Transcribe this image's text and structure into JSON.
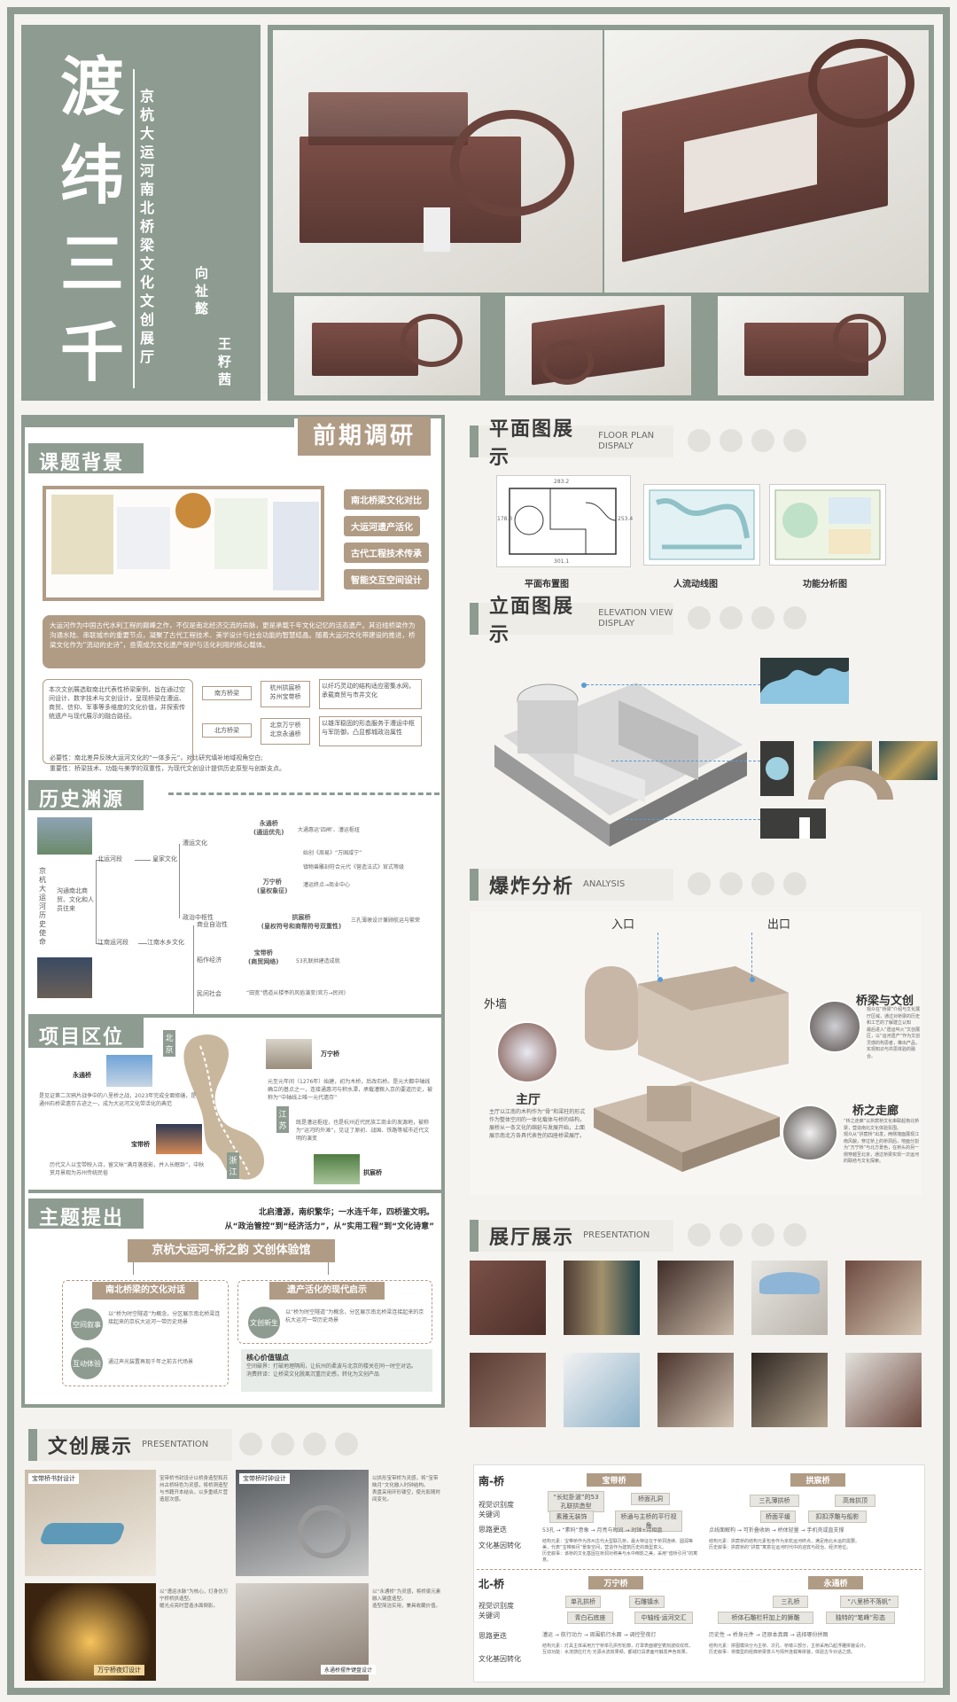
{
  "header": {
    "title_chars": [
      "渡",
      "纬",
      "三",
      "千"
    ],
    "subtitle": "京杭大运河南北桥梁文化文创展厅",
    "author1": "向祉懿",
    "author2": "王籽茜"
  },
  "research": {
    "banner": "前期调研",
    "topic_bg": {
      "title": "课题背景",
      "tags": [
        "南北桥梁文化对比",
        "大运河遗产活化",
        "古代工程技术传承",
        "智能交互空间设计"
      ],
      "summary": "大运河作为中国古代水利工程的巅峰之作，不仅是南北经济交流的命脉，更是承载千年文化记忆的活态遗产。其沿线桥梁作为沟通水陆、串联城市的重要节点，凝聚了古代工程技术、美学设计与社会功能的智慧结晶。随着大运河文化带建设的推进，桥梁文化作为“流动的史诗”，亟需成为文化遗产保护与活化利用的核心载体。",
      "intro": "本次文创展选取南北代表性桥梁案例，旨在通过空间设计、数字技术与文创设计，呈现桥梁在漕运、商贸、信仰、军事等多维度的文化价值，并探索传统遗产与现代展示的融合路径。",
      "south_label": "南方桥梁",
      "south_bridges": "杭州拱宸桥\n苏州宝带桥",
      "south_desc": "以纤巧灵动的结构适应密集水网，承载商贸与市井文化",
      "north_label": "北方桥梁",
      "north_bridges": "北京万宁桥\n北京永通桥",
      "north_desc": "以雄浑稳固的形态服务于漕运中枢与军防御，凸显都城政治属性",
      "need1": "必要性：南北差异反映大运河文化的“一体多元”，对比研究填补地域视角空白;",
      "need2": "重要性：桥梁技术、功能与美学的双重性，为现代文创设计提供历史原型与创新支点。"
    },
    "history": {
      "title": "历史渊源",
      "root": "京杭大运河历史使命",
      "mid": "沟通南北商贸、文化和人员往来",
      "north": "北运河段",
      "south": "江南运河段",
      "n1": "皇家文化",
      "n2": "漕运文化",
      "n3": "政治中枢性",
      "s1": "江南水乡文化",
      "s2": "商业自治性",
      "s3": "稻作经济",
      "s4": "民间社会",
      "yongtong": "永通桥\n(通运优先)",
      "yongtong_d": "大通惠运‘四闸’、漕运枢纽",
      "wanning": "万宁桥\n(皇权象征)",
      "wanning_d1": "始创《周易》“万国咸宁”",
      "wanning_d2": "镇物兽雕刻符合元代《营造法式》官式等级",
      "wanning_d3": "漕运终点→商业中心",
      "gongchen": "拱宸桥\n(皇权符号和商帮符号双重性)",
      "gongchen_d": "三孔薄墩设计兼顾航运与繁荣",
      "baodai": "宝带桥\n(商贸网络)",
      "baodai_d": "53孔联拱建造成就",
      "people_d": "“田宽”借道从楼亭的风俗演变(官方→民间)"
    },
    "location": {
      "title": "项目区位",
      "bj_label": "北京",
      "js_label": "江苏",
      "zj_label": "浙江",
      "yongtong": "永通桥",
      "yongtong_d": "是见证第二次鸦片战争中的八里桥之战，2023年完成全面修缮，是通州石桥梁遗存古迹之一，成为大运河文化带活化的典范",
      "wanning": "万宁桥",
      "wanning_d": "元至元年间（1276年）始建，初为木桥，后改石桥。是元大都中轴线确立的基点之一，连接通惠河与积水潭，承载漕粮入京的要道历史，被称为“中轴线上唯一元代遗存”",
      "baodai": "宝带桥",
      "baodai_d": "历代文人以宝带映入诗，留文咏“满月落夜影，并入长眠卧”，中秋赏月景观为苏州传统民俗",
      "gongchen": "拱宸桥",
      "gongchen_d": "既是漕运枢纽，也是杭州近代民族工商业的发源地，被称为“运河的外滩”，见证了原初、战国、铁路等城市近代文明的演变"
    },
    "theme": {
      "title": "主题提出",
      "slogan1": "北启漕源，南织繁华；一水连千年，四桥鉴文明。",
      "slogan2": "从“政治管控”到“经济活力”，从“实用工程”到“文化诗意”",
      "main": "京杭大运河-桥之韵 文创体验馆",
      "left_title": "南北桥梁的文化对话",
      "left_c1": "空间叙事",
      "left_d1": "以“桥为时空隧道”为概念，分区展示南北桥梁连接起来的京杭大运河一带历史场景",
      "left_c2": "互动体验",
      "left_d2": "通过声光装置再现千年之前古代场景",
      "right_title": "遗产活化的现代启示",
      "right_c1": "文创新生",
      "right_d1": "以“桥为时空隧道”为概念，分区展示南北桥梁连接起来的京杭大运河一带历史场景",
      "core_title": "核心价值锚点",
      "core1": "空间破界：打破地理隔阂，让杭州的柔波与北京的楼关在同一时空对话。",
      "core2": "消费转译：让桥梁文化脱离沉重历史感，转化为文创产品"
    }
  },
  "plan": {
    "title": "平面图展示",
    "en": "FLOOR PLAN DISPALY",
    "dim1": "283.2",
    "dim2": "178.3",
    "dim3": "253.4",
    "dim4": "301.1",
    "labels": [
      "平面布置图",
      "人流动线图",
      "功能分析图"
    ]
  },
  "elevation": {
    "title": "立面图展示",
    "en": "ELEVATION VIEW DISPLAY"
  },
  "explode": {
    "title": "爆炸分析",
    "en": "ANALYSIS",
    "entrance": "入口",
    "exit": "出口",
    "outer": "外墙",
    "hall": "主厅",
    "hall_d": "主厅以江南的木构作为“骨”和梁柱的形式作为整体空间的一体化载体与桥的结构，\n展桥从一条文化的绵延与发展开始，上面展示南北方各具代表性的四座桥梁展厅。",
    "b1": "桥梁与文创",
    "b1_d": "观众在“桥梁”介绍与文化展厅区域，通过对桥梁的历史和工艺的了解建立认知\n最后进入“遗运叫火”文创展区，以“运河遗产”作为文创灵感的构思者，推出产品，实现知识与共思体验的融合。",
    "b2": "桥之走廊",
    "b2_d": "“桥之走廊”以拱宸桥文化串联起南北桥梁，营造南北文化体验氛围。\n观众从“拱宸桥”出发，两侧墙面展现江南风貌，穿过桥上的桥洞后，地面分割为“万宁桥”与北方景色，在桥头的另一侧穿越至北京，通过桥梁实现一次运河的联结与文化探索。"
  },
  "hall_show": {
    "title": "展厅展示",
    "en": "PRESENTATION"
  },
  "wenchuang": {
    "title": "文创展示",
    "en": "PRESENTATION",
    "p1": "宝带桥书封设计",
    "p1_d": "宝带桥书封设计以桥身造型和苏州古桥特色为灵感，将桥洞造型与书籍开本结合，以多重纸片营造层次感。",
    "p2": "宝带桥时钟设计",
    "p2_d": "以拱形宝带桥为灵感，将“宝带映月”文化融入时钟结构。\n表盘采用环形镂空，使光影随时间变化。",
    "p3": "万宁桥夜灯设计",
    "p3_d": "以“漕运水脉”为核心，灯身仿万宁桥桥拱造型。\n暖光点亮时营造水面倒影。",
    "p4": "永通桥摆件键盘设计",
    "p4_d": "以“永通桥”为灵感，将桥梁元素融入键盘造型。\n造型简洁实用，兼具收藏价值。"
  },
  "compare": {
    "south_title": "南-桥",
    "north_title": "北-桥",
    "row_labels": [
      "视觉识别度\n关键词",
      "思路更迭",
      "文化基因转化"
    ],
    "south_b1": "宝带桥",
    "south_b1_chips": [
      "“长虹卧波”的53孔联拱造型",
      "桥面孔洞",
      "素雅无装饰",
      "桥通与主桥的平行视角"
    ],
    "south_b1_flow": "53孔 → “素码”意象 → 月亮与时间 → 时钟+月相盘",
    "south_b1_gene": "结构元素：宝带桥作为苏州古代大型联孔桥，最大特征在于桥洞连续、圆润等美，代表“宝带映月”景象空间，营造作为建筑历史的典型意义。\n历史叙事：该桥的文化基因在桥洞对称美与水中倒影之美，采用“借桥引月”的寓意。",
    "south_b2": "拱宸桥",
    "south_b2_chips": [
      "三孔薄拱桥",
      "高耸拱顶",
      "桥面平缓",
      "扣扣浮雕与船影"
    ],
    "south_b2_flow": "点线面解构 → 可折叠收纳 → 桥体轻量 → 手机壳或直支撑",
    "south_b2_gene": "结构元素：拱宸桥的结构元素包含作为京杭运河终点，满足南北水运的需要。\n历史叙事：拱宸桥的“拱宸”寓意在运河时代中的迎宾与政治、经济地位。",
    "north_b1": "万宁桥",
    "north_b1_chips": [
      "单孔拱桥",
      "石雕镇水",
      "青白石底座",
      "中轴线·运河交汇"
    ],
    "north_b1_flow": "漕运 → 航行动力 → 周围航行水面 → 调控型夜灯",
    "north_b1_gene": "结构元素：灯具主体采用万宁桥单孔拱形轮廓，灯罩表面镂空镌刻波纹纹样。\n互动功能：水流感应灯光·光源水流效果频，都城灯具表面可触发声色效果。",
    "north_b2": "永通桥",
    "north_b2_chips": [
      "三孔桥",
      "“八里桥不落帆”",
      "桥体石雕栏杆加上的狮雕",
      "独特的“笔峰”形态"
    ],
    "north_b2_flow": "历史性 → 桥身元件 → 还原本真面 → 选择哪份拼图",
    "north_b2_gene": "结构元素：拼图模块分为主桥、次孔、桥墩三部分，主桥采用凸起浮雕拼装设计。\n历史叙事：将模型的经典桥梁意义与情怀连载等拼装，体验古今对话之感。"
  },
  "colors": {
    "sage": "#8d9b90",
    "brown": "#6e4a40",
    "tan": "#b09b85",
    "paper": "#f4f3ef"
  }
}
